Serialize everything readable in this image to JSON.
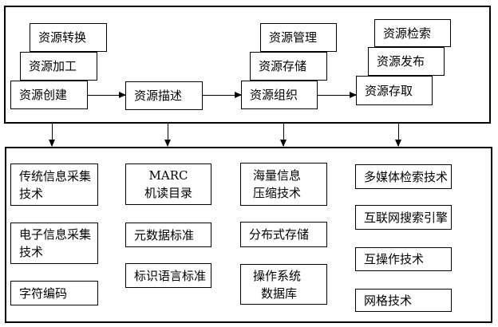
{
  "top": {
    "conversion": "资源转换",
    "processing": "资源加工",
    "creation": "资源创建",
    "description": "资源描述",
    "management": "资源管理",
    "storage": "资源存储",
    "organization": "资源组织",
    "retrieval": "资源检索",
    "publishing": "资源发布",
    "access": "资源存取"
  },
  "bottom": {
    "traditional_collection_l1": "传统信息采集",
    "traditional_collection_l2": "技术",
    "electronic_collection_l1": "电子信息采集",
    "electronic_collection_l2": "技术",
    "character_encoding": "字符编码",
    "marc_l1": "MARC",
    "marc_l2": "机读目录",
    "metadata_standard": "元数据标准",
    "markup_language_standard": "标识语言标准",
    "mass_compression_l1": "海量信息",
    "mass_compression_l2": "压缩技术",
    "distributed_storage": "分布式存储",
    "os_database_l1": "操作系统",
    "os_database_l2": "数据库",
    "multimedia_retrieval": "多媒体检索技术",
    "internet_search_engine": "互联网搜索引擎",
    "interoperability": "互操作技术",
    "grid_technology": "网格技术"
  },
  "colors": {
    "border": "#000000",
    "background": "#ffffff",
    "text": "#000000"
  }
}
